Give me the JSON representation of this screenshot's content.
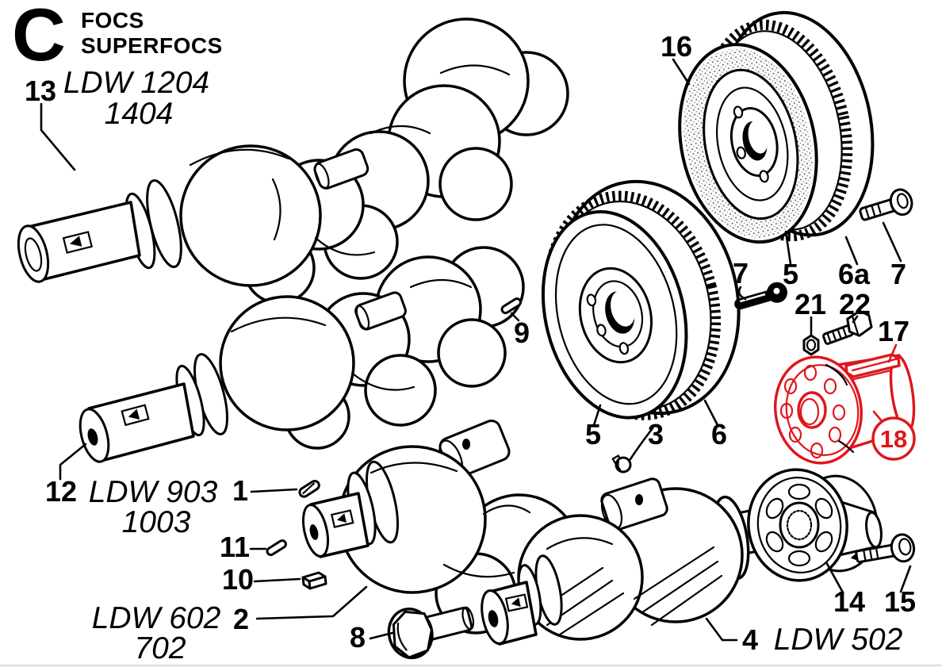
{
  "header": {
    "section_letter": "C",
    "series_line1": "FOCS",
    "series_line2": "SUPERFOCS"
  },
  "colors": {
    "background": "#ffffff",
    "ink": "#000000",
    "highlight_red": "#e0151b",
    "page_edge_gray": "#dcdfe3"
  },
  "models": {
    "ldw1204": {
      "name": "LDW 1204",
      "variant": "1404"
    },
    "ldw903": {
      "name": "LDW 903",
      "variant": "1003"
    },
    "ldw602": {
      "name": "LDW 602",
      "variant": "702"
    },
    "ldw502": {
      "name": "LDW 502"
    }
  },
  "callouts": {
    "c13": "13",
    "c16": "16",
    "c7a": "7",
    "c5a": "5",
    "c6a": "6a",
    "c7b": "7",
    "c21": "21",
    "c22": "22",
    "c17": "17",
    "c18": "18",
    "c9": "9",
    "c5b": "5",
    "c3": "3",
    "c6": "6",
    "c12": "12",
    "c1": "1",
    "c11": "11",
    "c10": "10",
    "c2": "2",
    "c8": "8",
    "c14": "14",
    "c15": "15",
    "c4": "4"
  }
}
